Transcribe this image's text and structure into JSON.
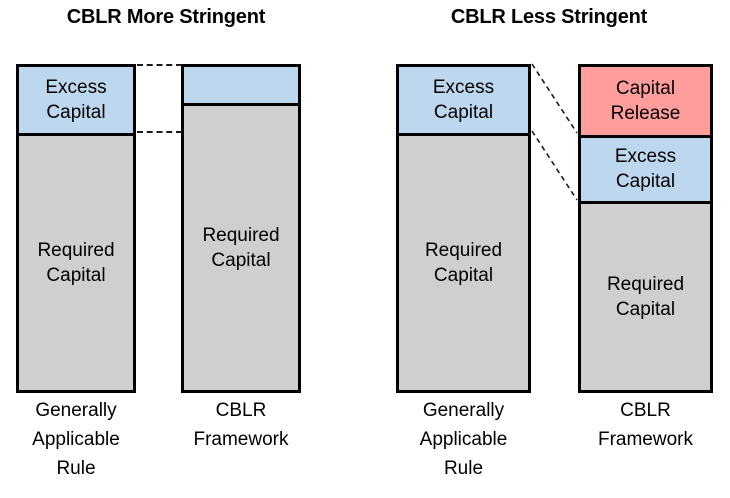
{
  "figure": {
    "title_left": "CBLR More Stringent",
    "title_right": "CBLR Less Stringent"
  },
  "colors": {
    "excess_capital": "#BDD7EE",
    "required_capital": "#D0CECE",
    "capital_release": "#FF9D9D",
    "outline": "#000000",
    "background": "#FFFFFF"
  },
  "labels": {
    "excess_capital": "Excess\nCapital",
    "required_capital": "Required\nCapital",
    "capital_release": "Capital\nRelease",
    "generally_applicable_rule": "Generally\nApplicable\nRule",
    "cblr_framework": "CBLR\nFramework"
  },
  "panels": [
    {
      "id": "more-stringent",
      "title": "CBLR More Stringent",
      "bars": [
        {
          "id": "gar-more",
          "caption": "Generally\nApplicable\nRule",
          "segments": [
            {
              "name": "excess-capital",
              "label": "Excess\nCapital",
              "fill": "#BDD7EE",
              "share": 0.2
            },
            {
              "name": "required-capital",
              "label": "Required\nCapital",
              "fill": "#D0CECE",
              "share": 0.8
            }
          ]
        },
        {
          "id": "cblr-more",
          "caption": "CBLR\nFramework",
          "segments": [
            {
              "name": "excess-capital",
              "label": "",
              "fill": "#BDD7EE",
              "share": 0.11
            },
            {
              "name": "required-capital",
              "label": "Required\nCapital",
              "fill": "#D0CECE",
              "share": 0.89
            }
          ]
        }
      ],
      "connectors": [
        {
          "name": "top-tie-line",
          "type": "horizontal"
        },
        {
          "name": "excess-boundary-tie-line",
          "type": "horizontal"
        }
      ]
    },
    {
      "id": "less-stringent",
      "title": "CBLR Less Stringent",
      "bars": [
        {
          "id": "gar-less",
          "caption": "Generally\nApplicable\nRule",
          "segments": [
            {
              "name": "excess-capital",
              "label": "Excess\nCapital",
              "fill": "#BDD7EE",
              "share": 0.2
            },
            {
              "name": "required-capital",
              "label": "Required\nCapital",
              "fill": "#D0CECE",
              "share": 0.8
            }
          ]
        },
        {
          "id": "cblr-less",
          "caption": "CBLR\nFramework",
          "segments": [
            {
              "name": "capital-release",
              "label": "Capital\nRelease",
              "fill": "#FF9D9D",
              "share": 0.21
            },
            {
              "name": "excess-capital",
              "label": "Excess\nCapital",
              "fill": "#BDD7EE",
              "share": 0.2
            },
            {
              "name": "required-capital",
              "label": "Required\nCapital",
              "fill": "#D0CECE",
              "share": 0.59
            }
          ]
        }
      ],
      "connectors": [
        {
          "name": "top-tie-line",
          "type": "diagonal"
        },
        {
          "name": "excess-boundary-tie-line",
          "type": "diagonal"
        }
      ]
    }
  ]
}
